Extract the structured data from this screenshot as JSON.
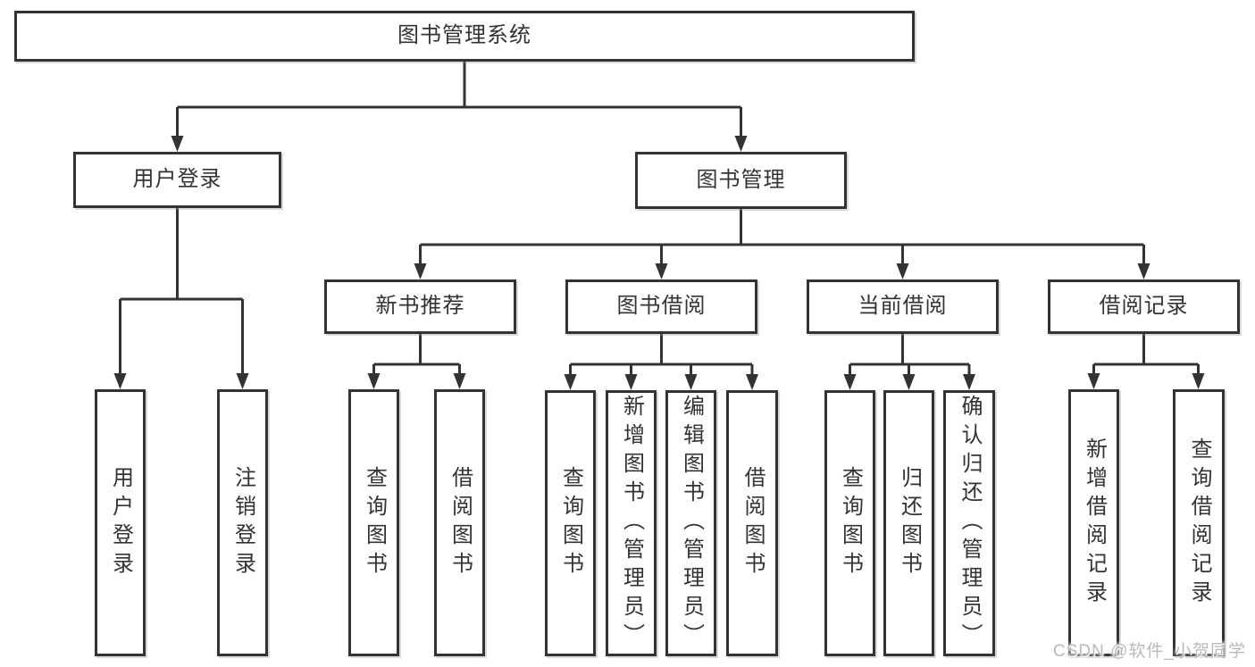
{
  "diagram": {
    "nodes": [
      {
        "id": "library-system",
        "label": "图书管理系统",
        "parent": null
      },
      {
        "id": "user-login",
        "label": "用户登录",
        "parent": "library-system"
      },
      {
        "id": "book-management",
        "label": "图书管理",
        "parent": "library-system"
      },
      {
        "id": "new-book-recommend",
        "label": "新书推荐",
        "parent": "book-management"
      },
      {
        "id": "book-borrowing",
        "label": "图书借阅",
        "parent": "book-management"
      },
      {
        "id": "current-borrowing",
        "label": "当前借阅",
        "parent": "book-management"
      },
      {
        "id": "borrowing-records",
        "label": "借阅记录",
        "parent": "book-management"
      },
      {
        "id": "leaf-user-login",
        "label": "用户登录",
        "parent": "user-login"
      },
      {
        "id": "leaf-logout",
        "label": "注销登录",
        "parent": "user-login"
      },
      {
        "id": "leaf-query-books-1",
        "label": "查询图书",
        "parent": "new-book-recommend"
      },
      {
        "id": "leaf-borrow-books-1",
        "label": "借阅图书",
        "parent": "new-book-recommend"
      },
      {
        "id": "leaf-query-books-2",
        "label": "查询图书",
        "parent": "book-borrowing"
      },
      {
        "id": "leaf-add-books",
        "label": "新增图书（管理员）",
        "parent": "book-borrowing"
      },
      {
        "id": "leaf-edit-books",
        "label": "编辑图书（管理员）",
        "parent": "book-borrowing"
      },
      {
        "id": "leaf-borrow-books-2",
        "label": "借阅图书",
        "parent": "book-borrowing"
      },
      {
        "id": "leaf-query-books-3",
        "label": "查询图书",
        "parent": "current-borrowing"
      },
      {
        "id": "leaf-return-books",
        "label": "归还图书",
        "parent": "current-borrowing"
      },
      {
        "id": "leaf-confirm-return",
        "label": "确认归还（管理员）",
        "parent": "current-borrowing"
      },
      {
        "id": "leaf-add-borrow-record",
        "label": "新增借阅记录",
        "parent": "borrowing-records"
      },
      {
        "id": "leaf-query-borrow-record",
        "label": "查询借阅记录",
        "parent": "borrowing-records"
      }
    ]
  },
  "watermark": {
    "text": "CSDN @软件_小贺同学"
  },
  "colors": {
    "line": "#333333",
    "box_border": "#333333",
    "box_bg": "#ffffff",
    "text": "#333333",
    "watermark": "#b7babd",
    "background": "#ffffff"
  }
}
